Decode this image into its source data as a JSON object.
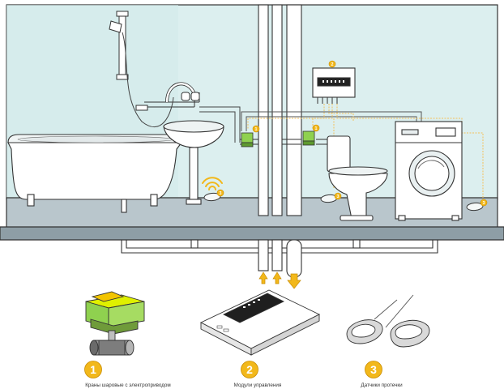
{
  "legend": [
    {
      "number": "1",
      "label": "Краны шаровые с электроприводом"
    },
    {
      "number": "2",
      "label": "Модули управления"
    },
    {
      "number": "3",
      "label": "Датчики протечки"
    }
  ],
  "badges": {
    "valve": "1",
    "controller": "2",
    "sensor": "3"
  },
  "icons": [
    "wifi-signal-icon",
    "arrow-up-icon",
    "arrow-down-icon"
  ],
  "colors": {
    "wall": "#dcefef",
    "floor": "#b9c6cc",
    "floor_edge": "#8e9ea6",
    "badge": "#f2b81b",
    "badge_stroke": "#c98c00",
    "signal_line": "#f4c05b",
    "valve_green": "#8fd14f",
    "outline": "#333333"
  }
}
